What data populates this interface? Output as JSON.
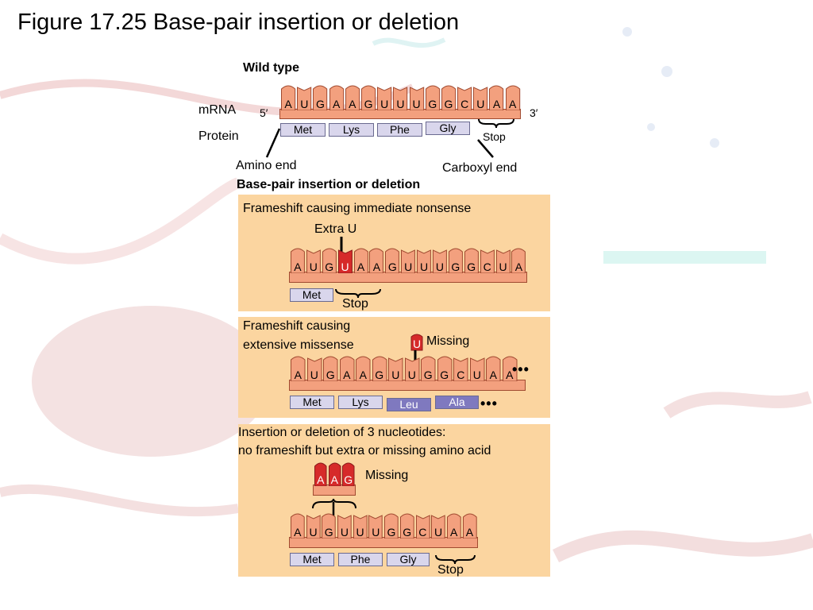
{
  "title": "Figure 17.25 Base-pair insertion or deletion",
  "wild_type": {
    "heading": "Wild type",
    "mrna_label": "mRNA",
    "protein_label": "Protein",
    "five_prime": "5′",
    "three_prime": "3′",
    "bases": [
      "A",
      "U",
      "G",
      "A",
      "A",
      "G",
      "U",
      "U",
      "U",
      "G",
      "G",
      "C",
      "U",
      "A",
      "A"
    ],
    "amino_acids": [
      "Met",
      "Lys",
      "Phe",
      "Gly"
    ],
    "stop_label": "Stop",
    "amino_end": "Amino end",
    "carboxyl_end": "Carboxyl end"
  },
  "section_heading": "Base-pair insertion or deletion",
  "panel1": {
    "title": "Frameshift causing immediate nonsense",
    "extra_label": "Extra U",
    "bases": [
      "A",
      "U",
      "G",
      "U",
      "A",
      "A",
      "G",
      "U",
      "U",
      "U",
      "G",
      "G",
      "C",
      "U",
      "A"
    ],
    "amino_acids": [
      "Met"
    ],
    "stop_label": "Stop"
  },
  "panel2": {
    "title_line1": "Frameshift causing",
    "title_line2": "extensive missense",
    "missing_base": "U",
    "missing_label": "Missing",
    "bases": [
      "A",
      "U",
      "G",
      "A",
      "A",
      "G",
      "U",
      "U",
      "G",
      "G",
      "C",
      "U",
      "A",
      "A"
    ],
    "amino_acids": [
      "Met",
      "Lys",
      "Leu",
      "Ala"
    ],
    "ellipsis": "•••"
  },
  "panel3": {
    "title_line1": "Insertion or deletion of 3 nucleotides:",
    "title_line2": "no frameshift but extra or missing amino acid",
    "missing_bases": [
      "A",
      "A",
      "G"
    ],
    "missing_label": "Missing",
    "bases": [
      "A",
      "U",
      "G",
      "U",
      "U",
      "U",
      "G",
      "G",
      "C",
      "U",
      "A",
      "A"
    ],
    "amino_acids": [
      "Met",
      "Phe",
      "Gly"
    ],
    "stop_label": "Stop"
  },
  "colors": {
    "panel_fill": "#fbd5a0",
    "base_fill": "#f3a07e",
    "mutant_base": "#d62a2a",
    "amino_acid_fill": "#d9d6ec",
    "altered_amino_acid_fill": "#7f79bf"
  }
}
